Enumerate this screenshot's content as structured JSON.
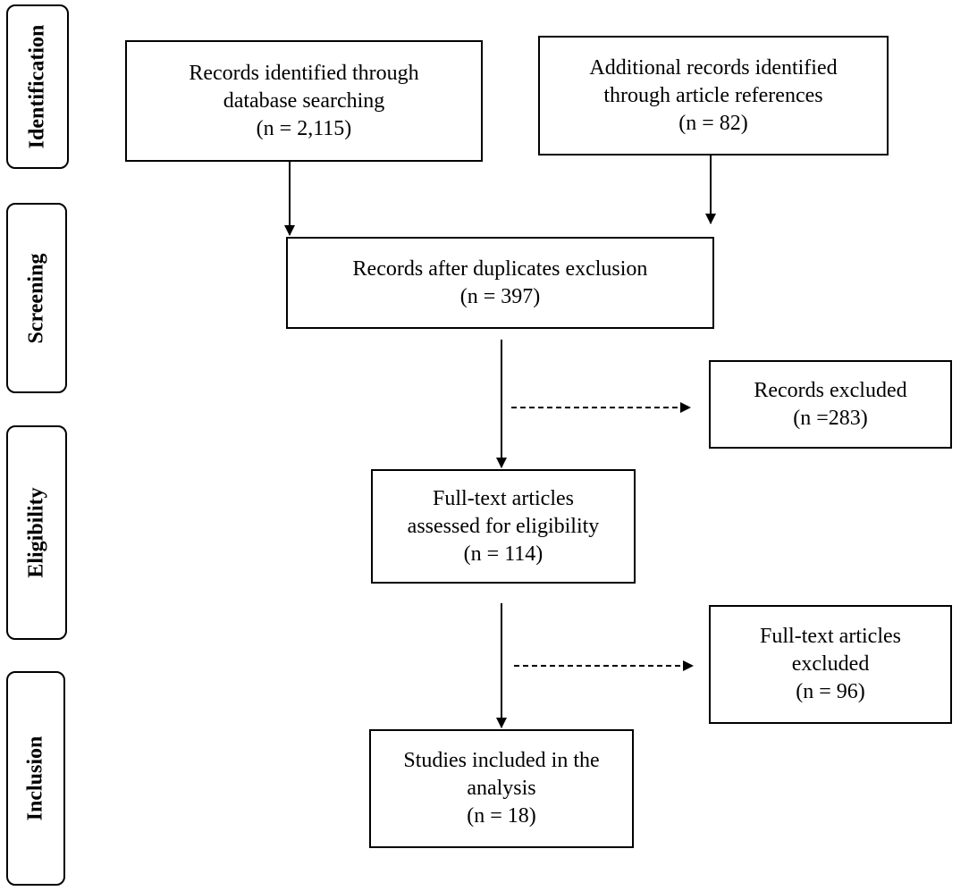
{
  "stages": {
    "identification": "Identification",
    "screening": "Screening",
    "eligibility": "Eligibility",
    "inclusion": "Inclusion"
  },
  "boxes": {
    "database": {
      "line1": "Records identified through",
      "line2": "database searching",
      "count": "(n = 2,115)"
    },
    "references": {
      "line1": "Additional records identified",
      "line2": "through article references",
      "count": "(n = 82)"
    },
    "after_duplicates": {
      "line1": "Records after duplicates exclusion",
      "count": "(n = 397)"
    },
    "records_excluded": {
      "line1": "Records excluded",
      "count": "(n =283)"
    },
    "full_text_assessed": {
      "line1": "Full-text articles",
      "line2": "assessed for eligibility",
      "count": "(n = 114)"
    },
    "full_text_excluded": {
      "line1": "Full-text articles",
      "line2": "excluded",
      "count": "(n = 96)"
    },
    "included": {
      "line1": "Studies included in the",
      "line2": "analysis",
      "count": "(n = 18)"
    }
  }
}
